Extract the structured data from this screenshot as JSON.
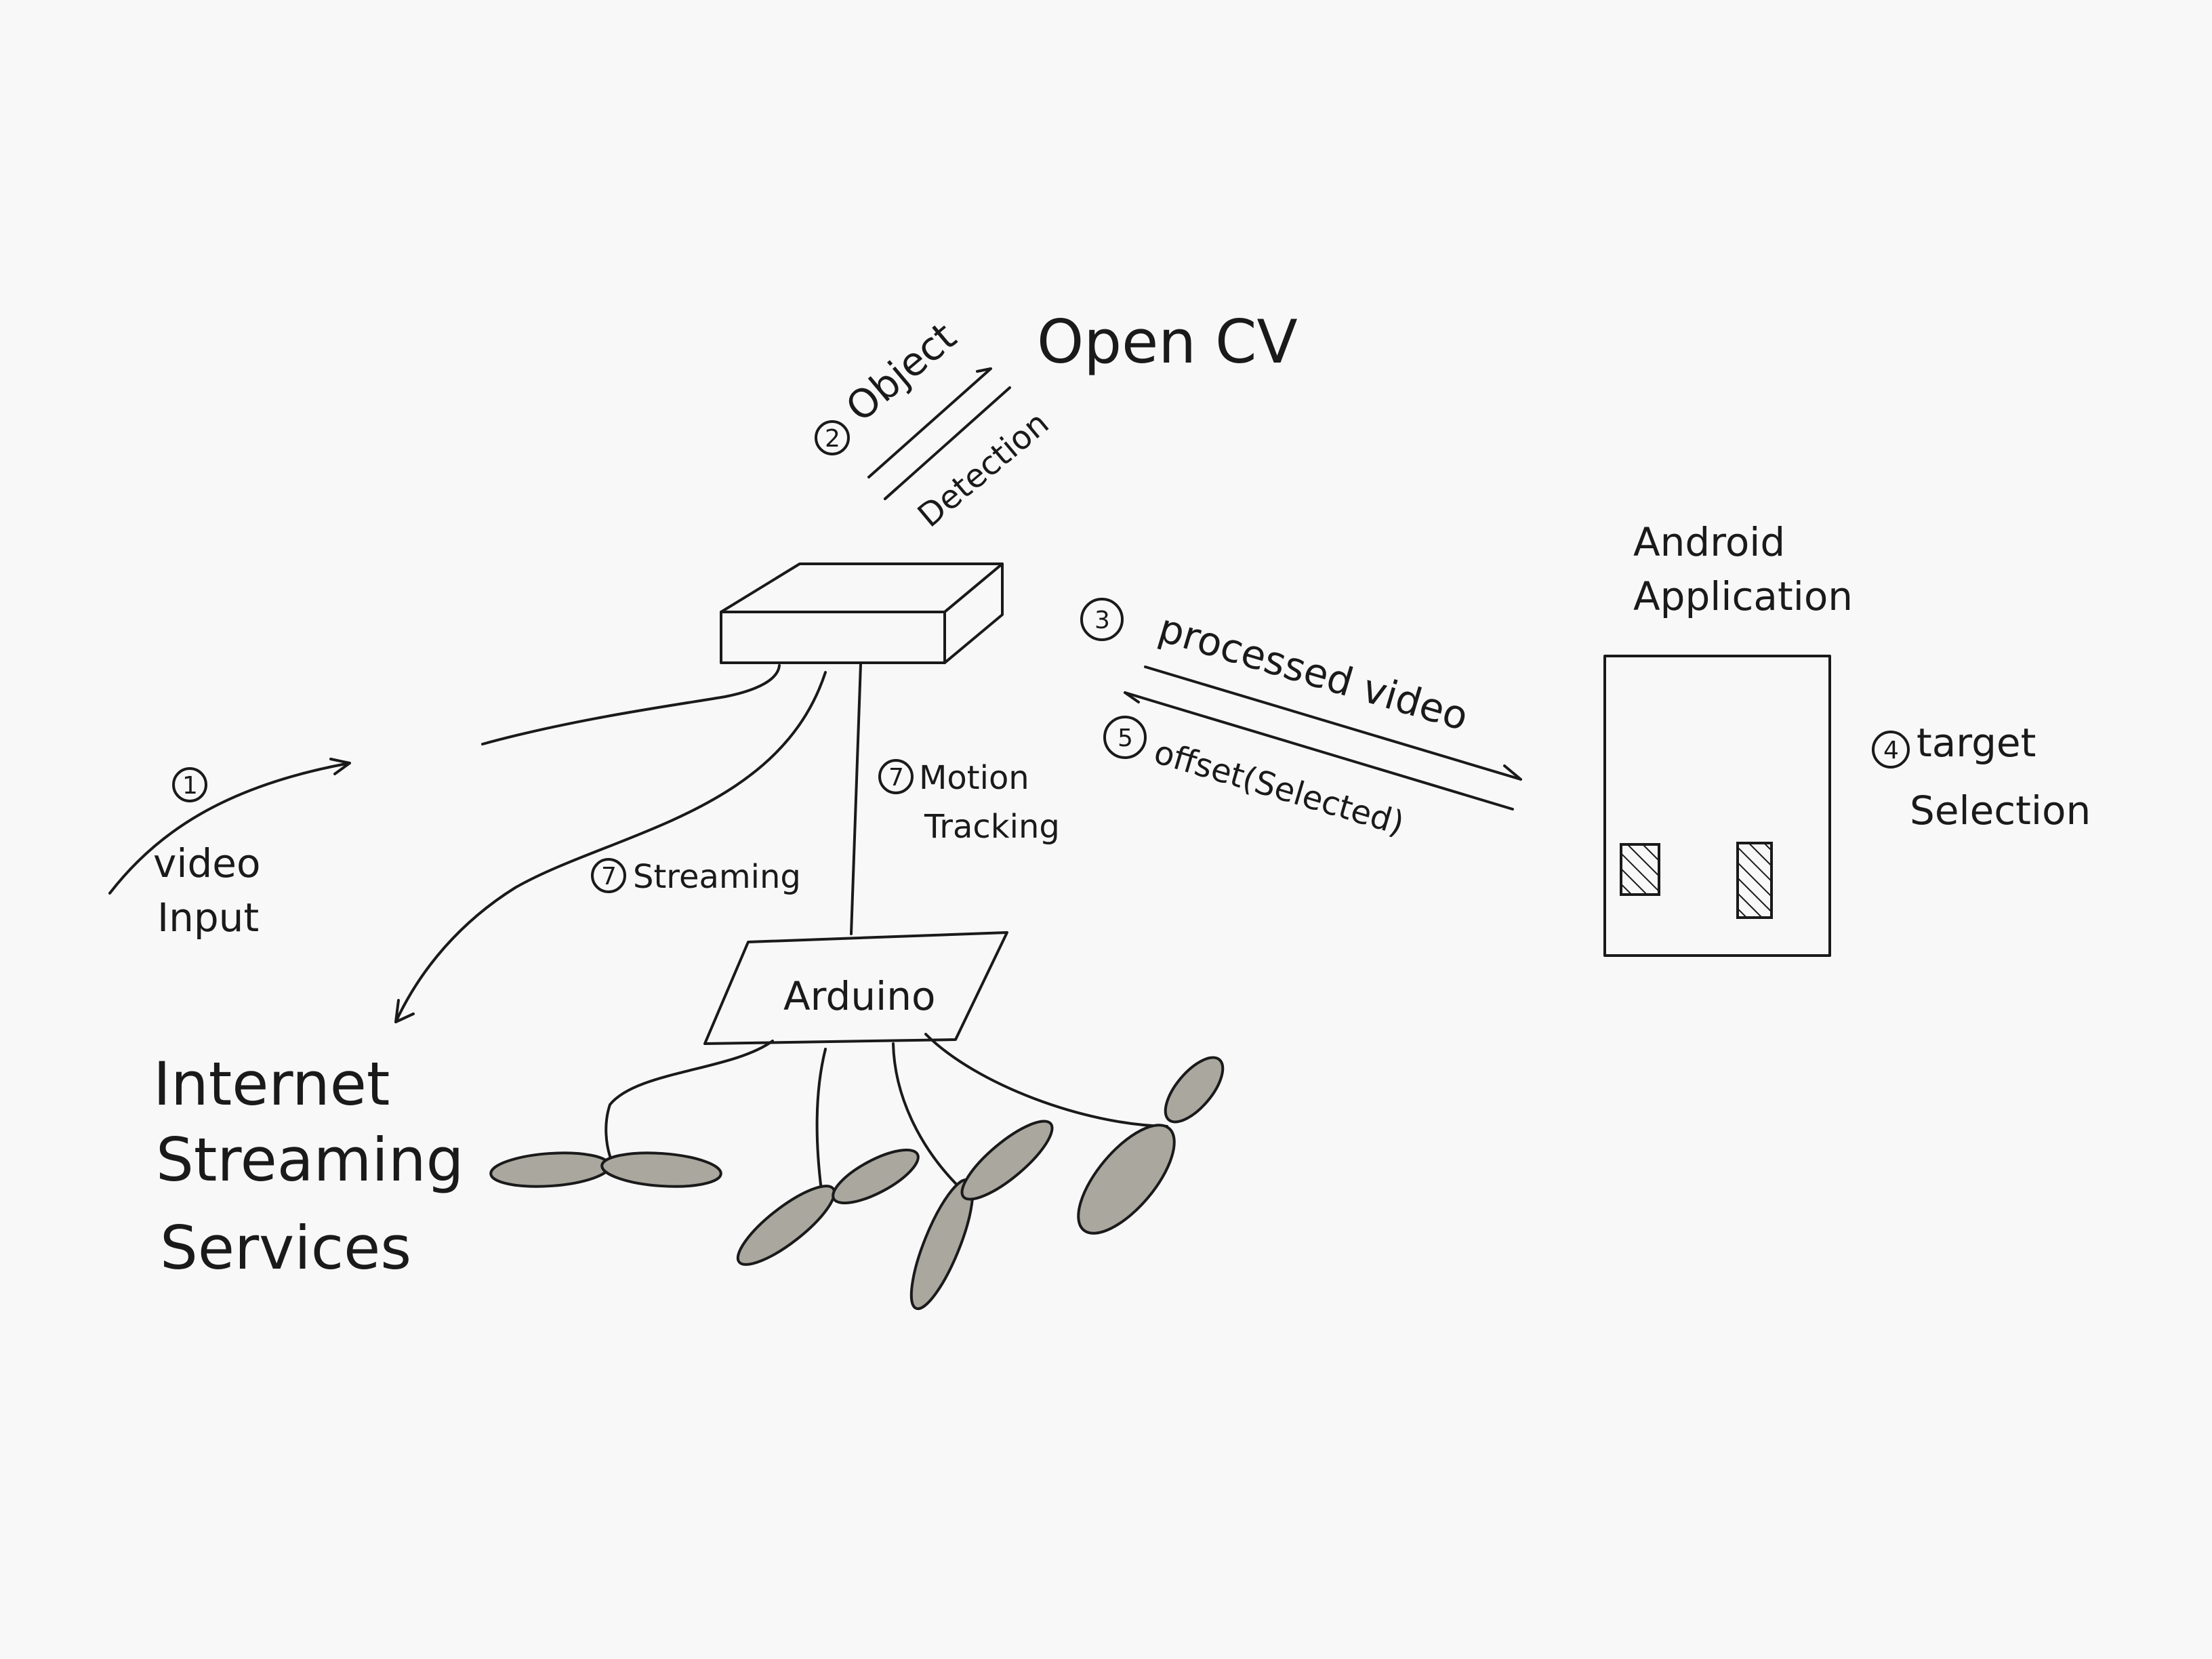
{
  "nodes": {
    "opencv": "Open CV",
    "android_line1": "Android",
    "android_line2": "Application",
    "arduino": "Arduino",
    "internet_line1": "Internet",
    "internet_line2": "Streaming",
    "internet_line3": "Services"
  },
  "steps": {
    "s1": {
      "num": "1",
      "line1": "video",
      "line2": "Input"
    },
    "s2": {
      "num": "2",
      "line1": "Object",
      "line2": "Detection"
    },
    "s3": {
      "num": "3",
      "label": "processed video"
    },
    "s4": {
      "num": "4",
      "line1": "target",
      "line2": "Selection"
    },
    "s5": {
      "num": "5",
      "label": "offset(Selected)"
    },
    "s7a": {
      "num": "7",
      "label": "Streaming"
    },
    "s7b": {
      "num": "7",
      "line1": "Motion",
      "line2": "Tracking"
    }
  }
}
